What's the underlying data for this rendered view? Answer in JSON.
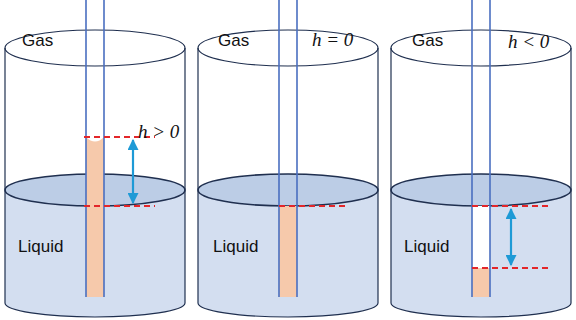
{
  "diagram": {
    "labels": [
      "Gas",
      "h > 0",
      "Liquid",
      "Gas",
      "h = 0",
      "Liquid",
      "Gas",
      "h < 0",
      "Liquid"
    ]
  }
}
